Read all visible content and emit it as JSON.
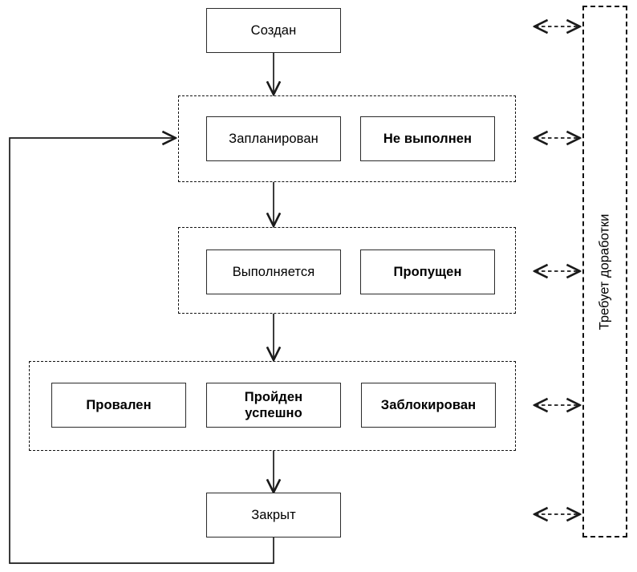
{
  "diagram": {
    "title_text_vertical": "Требует доработки",
    "colors": {
      "box_border": "#2b2b2b",
      "group_border": "#111111",
      "line": "#1a1a1a",
      "background": "#ffffff",
      "text": "#000000"
    },
    "states": {
      "created": "Создан",
      "planned": "Запланирован",
      "not_executed": "Не выполнен",
      "in_progress": "Выполняется",
      "skipped": "Пропущен",
      "failed": "Провален",
      "passed": "Пройден\nуспешно",
      "passed_line1": "Пройден",
      "passed_line2": "успешно",
      "blocked": "Заблокирован",
      "closed": "Закрыт"
    },
    "groups": [
      {
        "id": "group-planned",
        "members": [
          "Запланирован",
          "Не выполнен"
        ]
      },
      {
        "id": "group-in-progress",
        "members": [
          "Выполняется",
          "Пропущен"
        ]
      },
      {
        "id": "group-results",
        "members": [
          "Провален",
          "Пройден успешно",
          "Заблокирован"
        ]
      }
    ],
    "connectors": [
      {
        "id": "created-to-planned",
        "style": "solid",
        "direction": "one-way"
      },
      {
        "id": "planned-to-in-progress",
        "style": "solid",
        "direction": "one-way"
      },
      {
        "id": "in-progress-to-results",
        "style": "solid",
        "direction": "one-way"
      },
      {
        "id": "results-to-closed",
        "style": "solid",
        "direction": "one-way"
      },
      {
        "id": "closed-back-to-planned",
        "style": "solid",
        "direction": "one-way"
      },
      {
        "id": "rework-created",
        "style": "dashed",
        "direction": "two-way"
      },
      {
        "id": "rework-planned",
        "style": "dashed",
        "direction": "two-way"
      },
      {
        "id": "rework-in-progress",
        "style": "dashed",
        "direction": "two-way"
      },
      {
        "id": "rework-results",
        "style": "dashed",
        "direction": "two-way"
      },
      {
        "id": "rework-closed",
        "style": "dashed",
        "direction": "two-way"
      }
    ]
  }
}
